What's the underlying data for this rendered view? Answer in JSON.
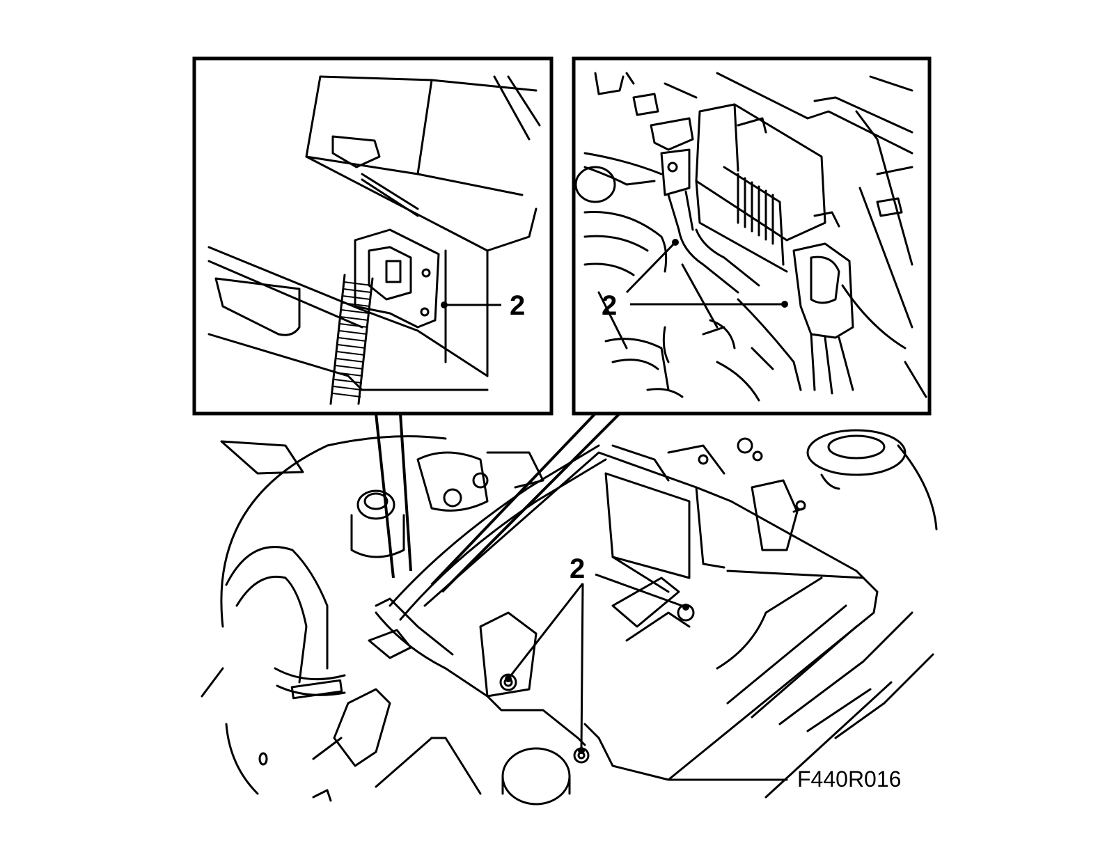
{
  "callouts": {
    "left_inset": "2",
    "right_inset": "2",
    "main_view": "2"
  },
  "figure_id": "F440R016",
  "colors": {
    "line": "#000000",
    "background": "#ffffff"
  }
}
